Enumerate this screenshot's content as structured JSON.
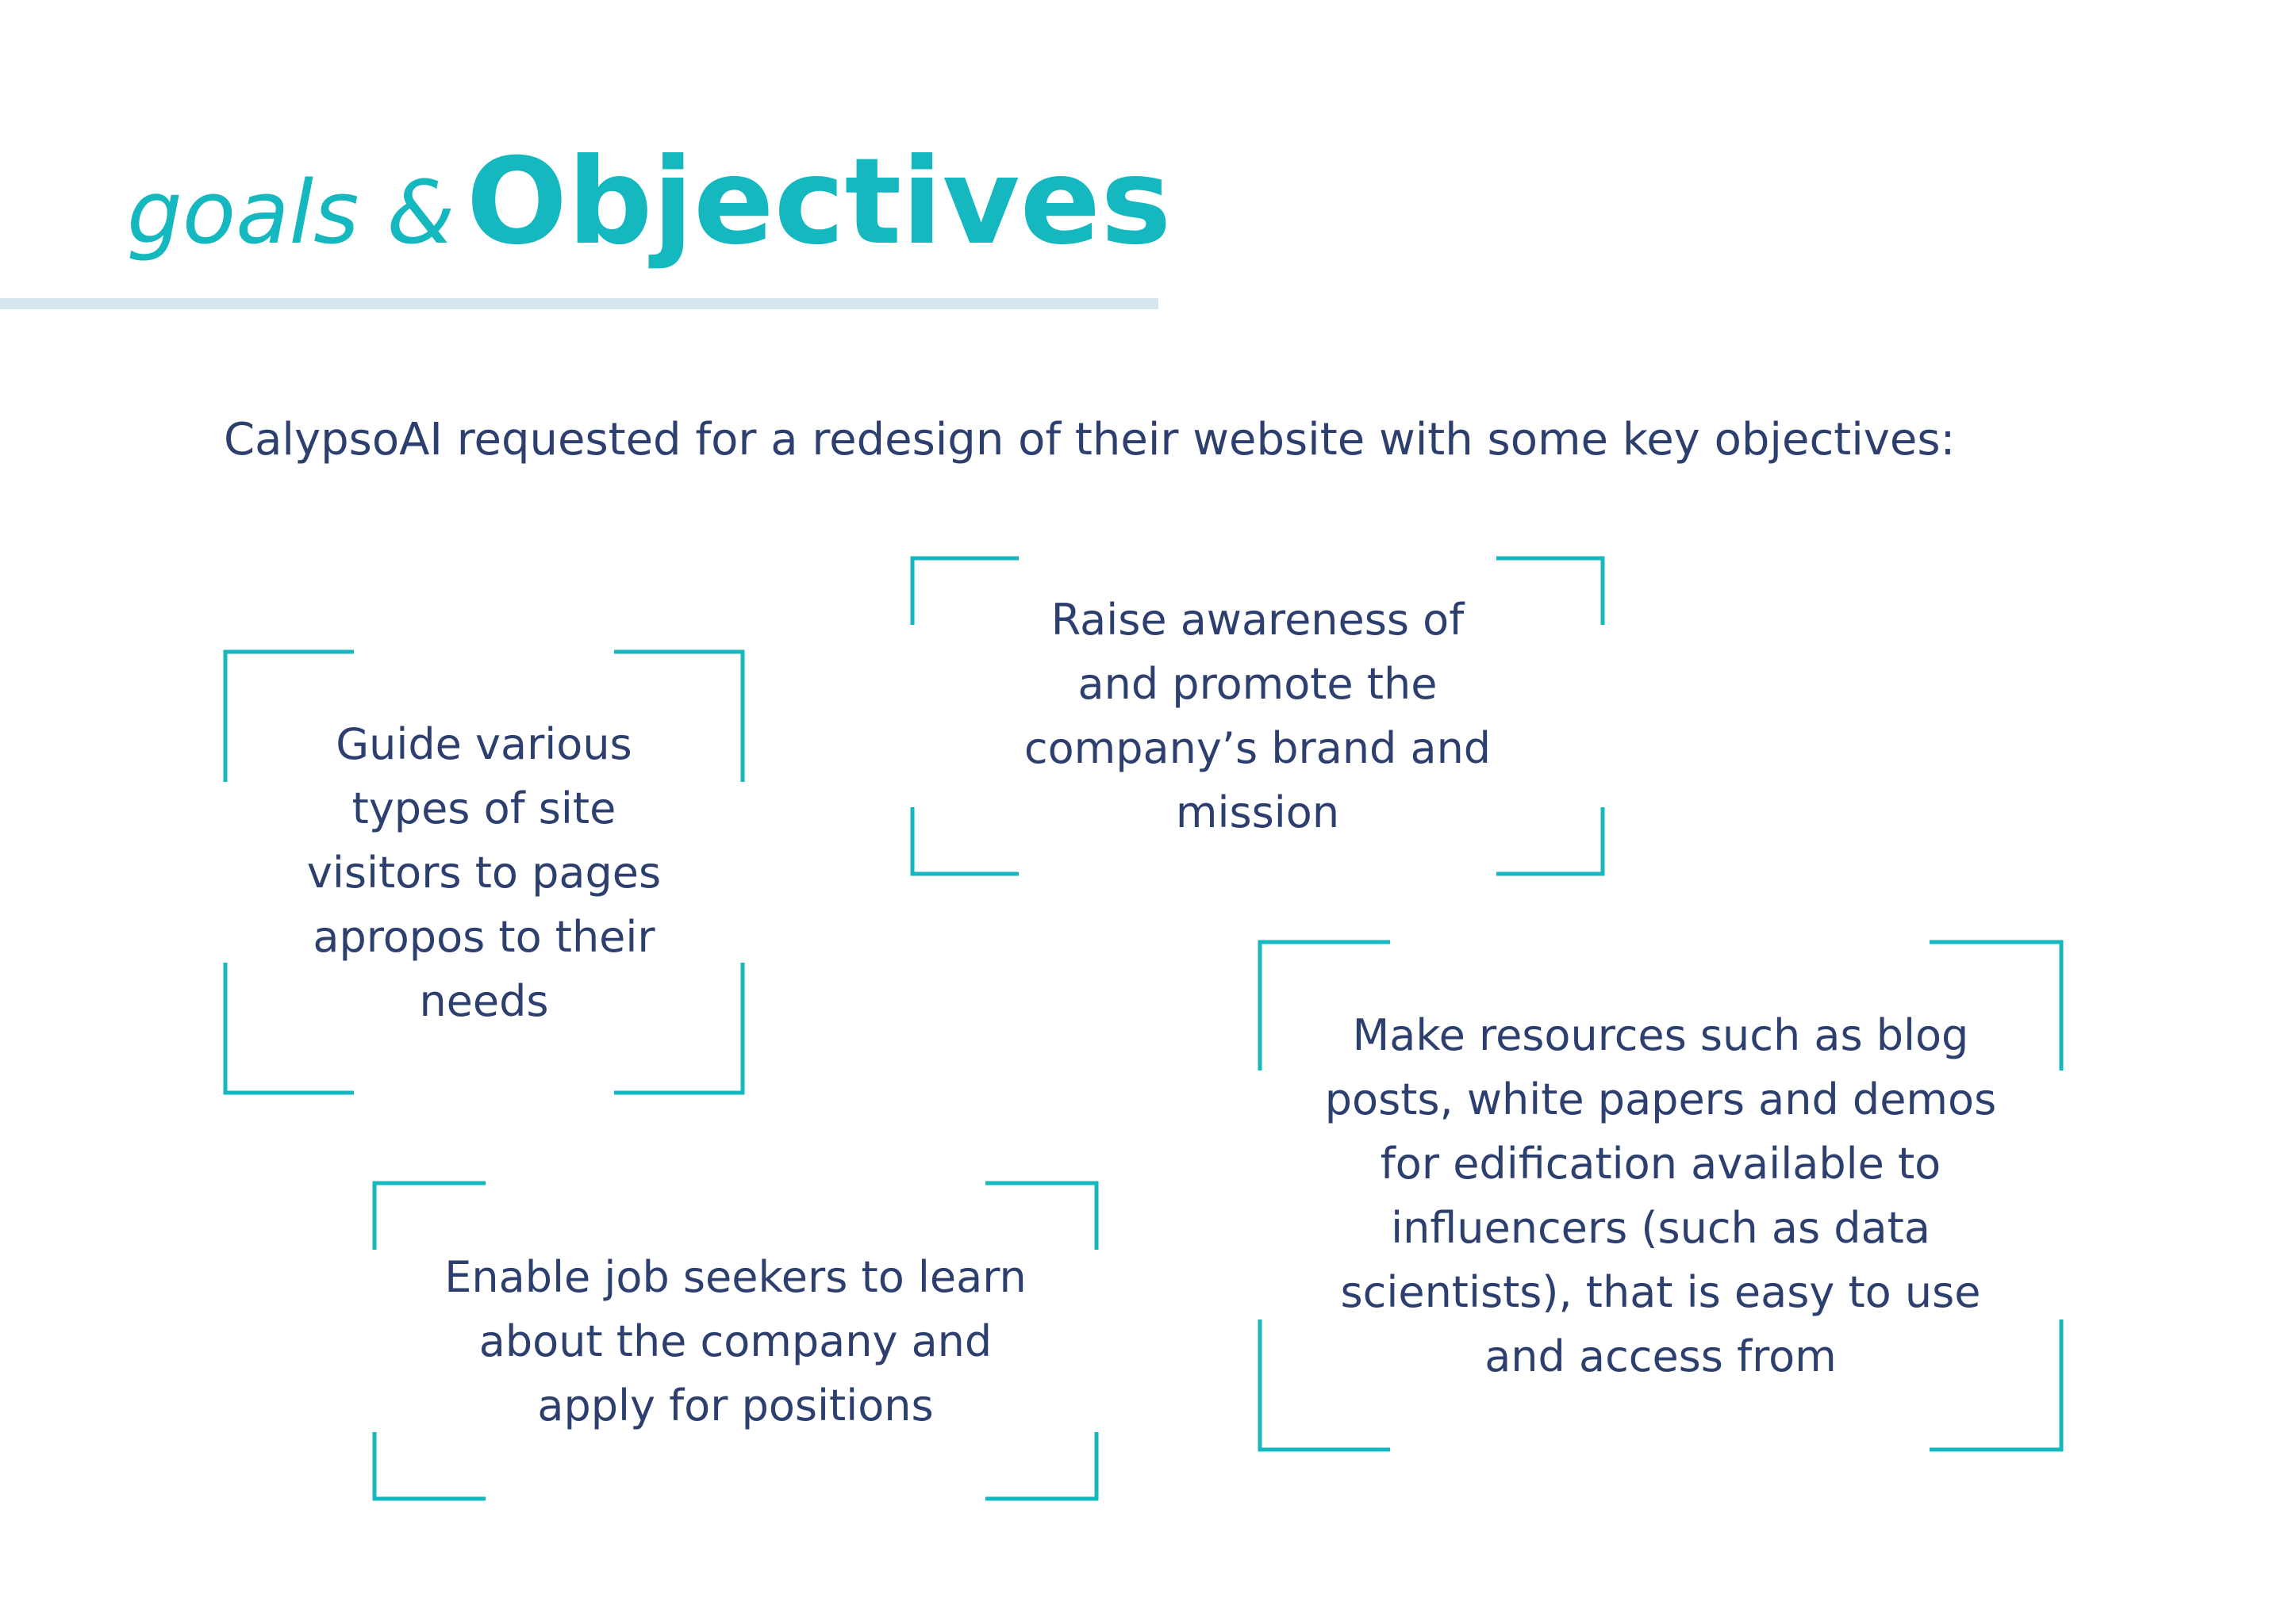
{
  "title": {
    "light": "goals &",
    "bold": "Objectives"
  },
  "intro": "CalypsoAI requested for a redesign of their website with some key objectives:",
  "objectives": [
    {
      "text": "Guide various types of site visitors to pages apropos to their needs"
    },
    {
      "text": "Raise awareness of and promote the company’s brand and mission"
    },
    {
      "text": "Make resources such as blog posts, white papers and demos for edification available to influencers (such as data scientists), that is easy to use and access from"
    },
    {
      "text": "Enable job seekers to learn about the company and apply for positions"
    }
  ],
  "colors": {
    "accent": "#14b8be",
    "text": "#2d3f6e",
    "underline": "#d6e6ee",
    "grid": "#e3eef3"
  }
}
